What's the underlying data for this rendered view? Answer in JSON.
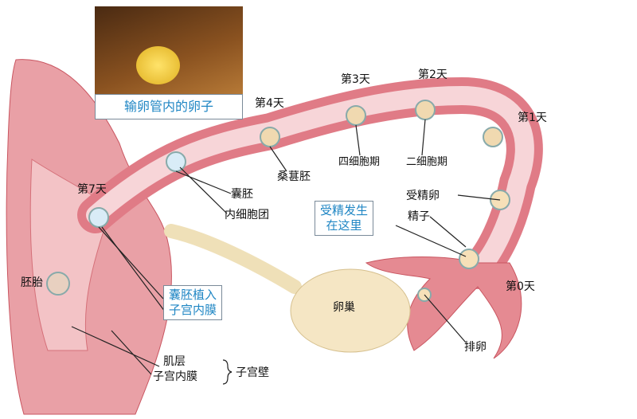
{
  "inset": {
    "caption": "输卵管内的卵子"
  },
  "days": {
    "d0": "第0天",
    "d1": "第1天",
    "d2": "第2天",
    "d3": "第3天",
    "d4": "第4天",
    "d7": "第7天"
  },
  "stages": {
    "four_cell": "四细胞期",
    "two_cell": "二细胞期",
    "morula": "桑葚胚",
    "blastocyst": "囊胚",
    "inner_cell_mass": "内细胞团",
    "zygote": "受精卵",
    "sperm": "精子",
    "embryo": "胚胎",
    "ovary": "卵巢",
    "ovulation": "排卵"
  },
  "callouts": {
    "fertilization_line1": "受精发生",
    "fertilization_line2": "在这里",
    "implantation_line1": "囊胚植入",
    "implantation_line2": "子宫内膜"
  },
  "wall": {
    "muscle": "肌层",
    "endometrium": "子宫内膜",
    "uterine_wall": "子宫壁"
  },
  "colors": {
    "tissue": "#e58a92",
    "tissue_dark": "#c95560",
    "callout_text": "#1f86c4",
    "ovary": "#f5e6c4"
  }
}
